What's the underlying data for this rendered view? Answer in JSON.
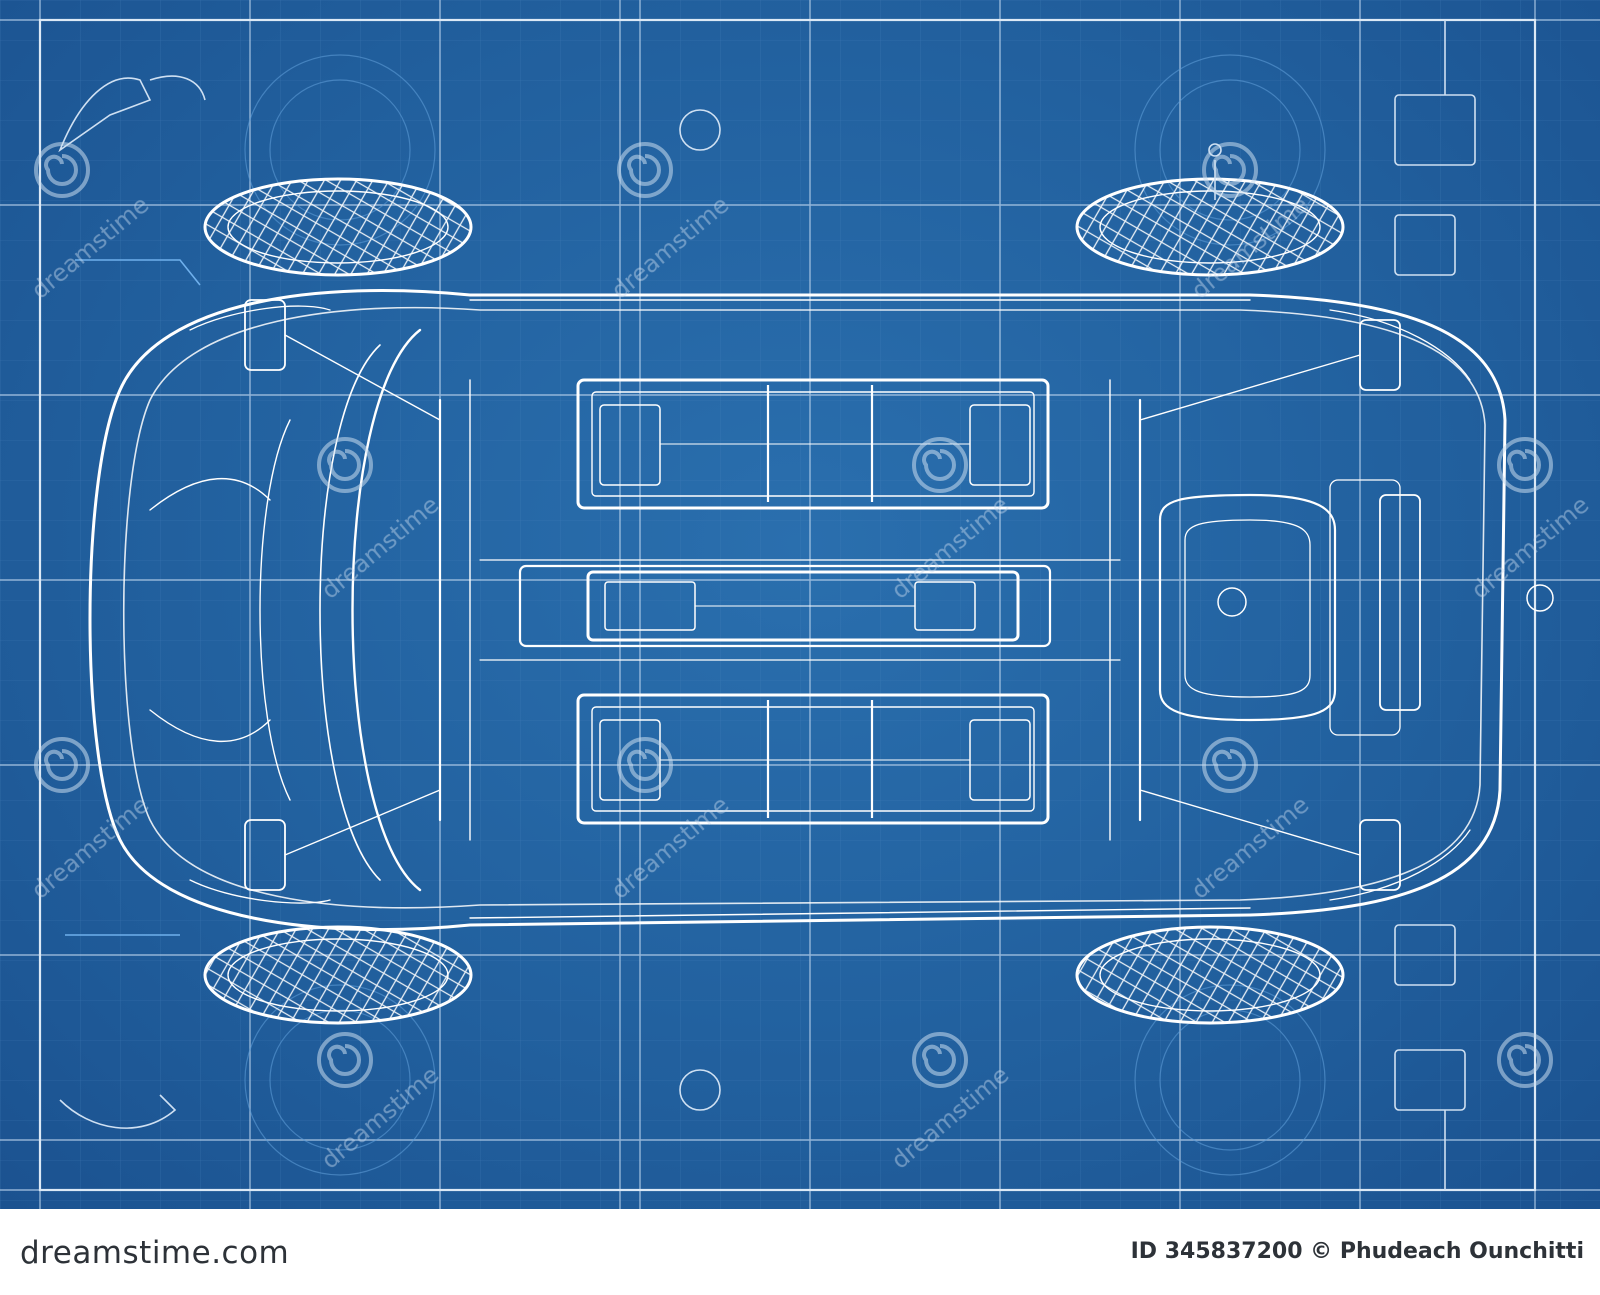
{
  "footer": {
    "site": "dreamstime.com",
    "credit": "ID 345837200 © Phudeach Ounchitti"
  },
  "watermark": {
    "text": "dreamstime",
    "icon": "spiral-logo-icon"
  },
  "colors": {
    "background": "#215f9d",
    "line": "#ffffff",
    "footer": "#ffffff",
    "footer_text": "#2d3238"
  },
  "diagram": {
    "subject": "car-chassis-top-view",
    "wheels": 4,
    "battery_modules": 3
  }
}
